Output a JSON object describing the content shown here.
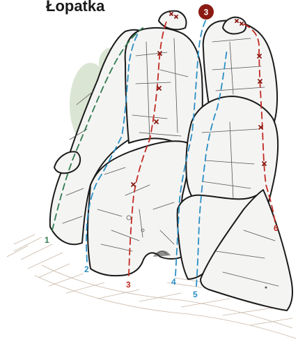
{
  "title": "Łopatka",
  "sector_badge": {
    "number": "3",
    "color": "#8a1a12"
  },
  "colors": {
    "green": "#2f7a4f",
    "blue": "#2a8fc4",
    "red": "#c22a22"
  },
  "routes": [
    {
      "number": "1",
      "color": "green"
    },
    {
      "number": "2",
      "color": "blue"
    },
    {
      "number": "3",
      "color": "red"
    },
    {
      "number": "4",
      "color": "blue"
    },
    {
      "number": "5",
      "color": "blue"
    },
    {
      "number": "6",
      "color": "red"
    }
  ],
  "icons": {
    "anchor": "double-x-anchor-icon",
    "bolt": "x-bolt-icon"
  }
}
